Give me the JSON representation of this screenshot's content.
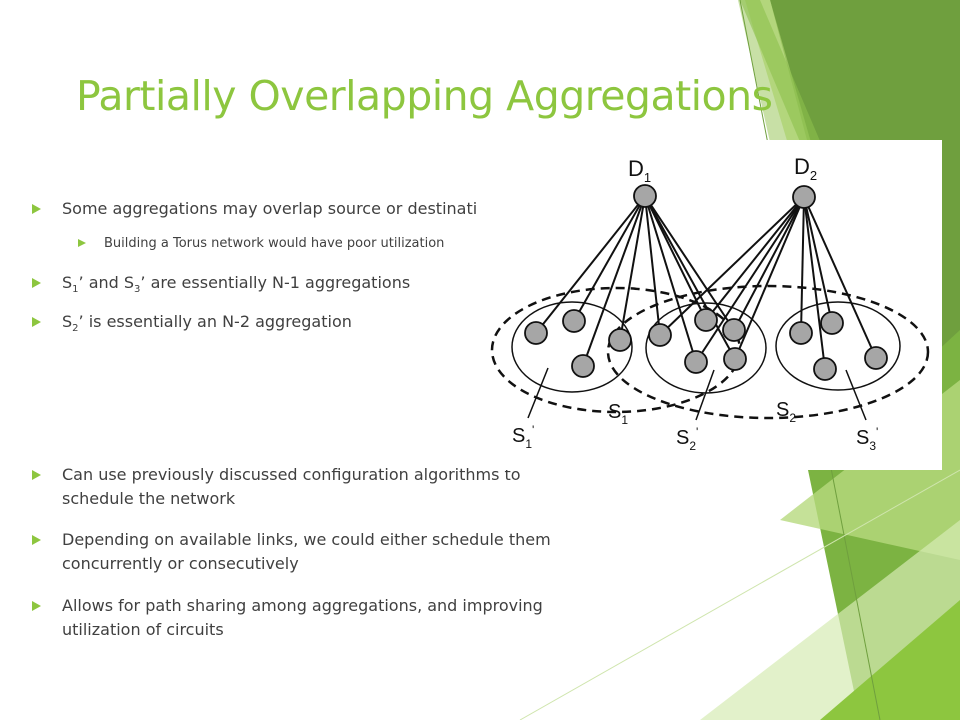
{
  "slide": {
    "title": "Partially Overlapping Aggregations",
    "bullets_top": [
      {
        "pre": "Some aggregations may overlap source or destination racks"
      },
      {
        "pre": "Building a Torus network would have poor utilization"
      },
      {
        "pre": "S",
        "sub": "1",
        "mid": "’ and S",
        "sub2": "3",
        "post": "’ are essentially N-1 aggregations"
      },
      {
        "pre": "S",
        "sub": "2",
        "post": "’ is essentially an N-2 aggregation"
      }
    ],
    "bullets_bottom": [
      {
        "line1": "Can use previously discussed configuration algorithms to",
        "line2": "schedule the network"
      },
      {
        "line1": "Depending on available links, we could either schedule them",
        "line2": "concurrently or consecutively"
      },
      {
        "line1": "Allows for path sharing among aggregations, and improving",
        "line2": "utilization of circuits"
      }
    ]
  },
  "diagram": {
    "nodes": [
      {
        "id": "D1",
        "label": "D",
        "sub": "1"
      },
      {
        "id": "D2",
        "label": "D",
        "sub": "2"
      }
    ],
    "groups": [
      {
        "id": "S1",
        "label": "S",
        "sub": "1"
      },
      {
        "id": "S2",
        "label": "S",
        "sub": "2"
      }
    ],
    "subgroups": [
      {
        "id": "S1p",
        "label": "S",
        "sub": "1",
        "prime": "'"
      },
      {
        "id": "S2p",
        "label": "S",
        "sub": "2",
        "prime": "'"
      },
      {
        "id": "S3p",
        "label": "S",
        "sub": "3",
        "prime": "'"
      }
    ],
    "edges": [
      {
        "from": "D1",
        "to": "r1"
      },
      {
        "from": "D1",
        "to": "r2"
      },
      {
        "from": "D1",
        "to": "r3"
      },
      {
        "from": "D1",
        "to": "r4"
      },
      {
        "from": "D1",
        "to": "r5"
      },
      {
        "from": "D1",
        "to": "r6"
      },
      {
        "from": "D1",
        "to": "r7"
      },
      {
        "from": "D1",
        "to": "r8"
      },
      {
        "from": "D1",
        "to": "r9"
      },
      {
        "from": "D2",
        "to": "r5"
      },
      {
        "from": "D2",
        "to": "r6"
      },
      {
        "from": "D2",
        "to": "r7"
      },
      {
        "from": "D2",
        "to": "r8"
      },
      {
        "from": "D2",
        "to": "r9"
      },
      {
        "from": "D2",
        "to": "r10"
      },
      {
        "from": "D2",
        "to": "r11"
      },
      {
        "from": "D2",
        "to": "r12"
      },
      {
        "from": "D2",
        "to": "r13"
      }
    ]
  },
  "colors": {
    "accent": "#8dc63f",
    "dark_green": "#5a8f2a",
    "text": "#404040",
    "node_fill": "#a6a6a6"
  }
}
